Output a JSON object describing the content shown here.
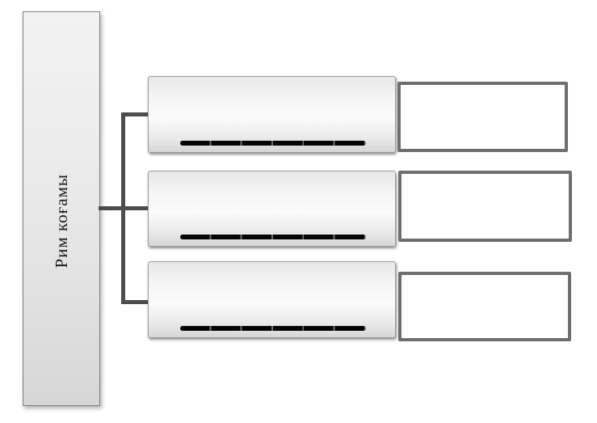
{
  "diagram": {
    "type": "hierarchy",
    "root": {
      "label": "Рим коғамы",
      "orientation": "vertical-bottom-to-top"
    },
    "branches": [
      {
        "label": "",
        "blank_line": "______________________________",
        "answer_box_text": ""
      },
      {
        "label": "",
        "blank_line": "______________________________",
        "answer_box_text": ""
      },
      {
        "label": "",
        "blank_line": "______________________________",
        "answer_box_text": ""
      }
    ],
    "colors": {
      "connector": "#4d4d4d",
      "answer_box_border": "#6e6e6e",
      "branch_box_border": "#9d9d9d",
      "root_box_border": "#7f7f7f",
      "blank_line": "#050505",
      "box_fill_gradient_top": "#e7e7e7",
      "box_fill_gradient_middle": "#fbfbfb",
      "box_fill_gradient_bottom": "#d6d6d6",
      "background": "#ffffff"
    }
  }
}
